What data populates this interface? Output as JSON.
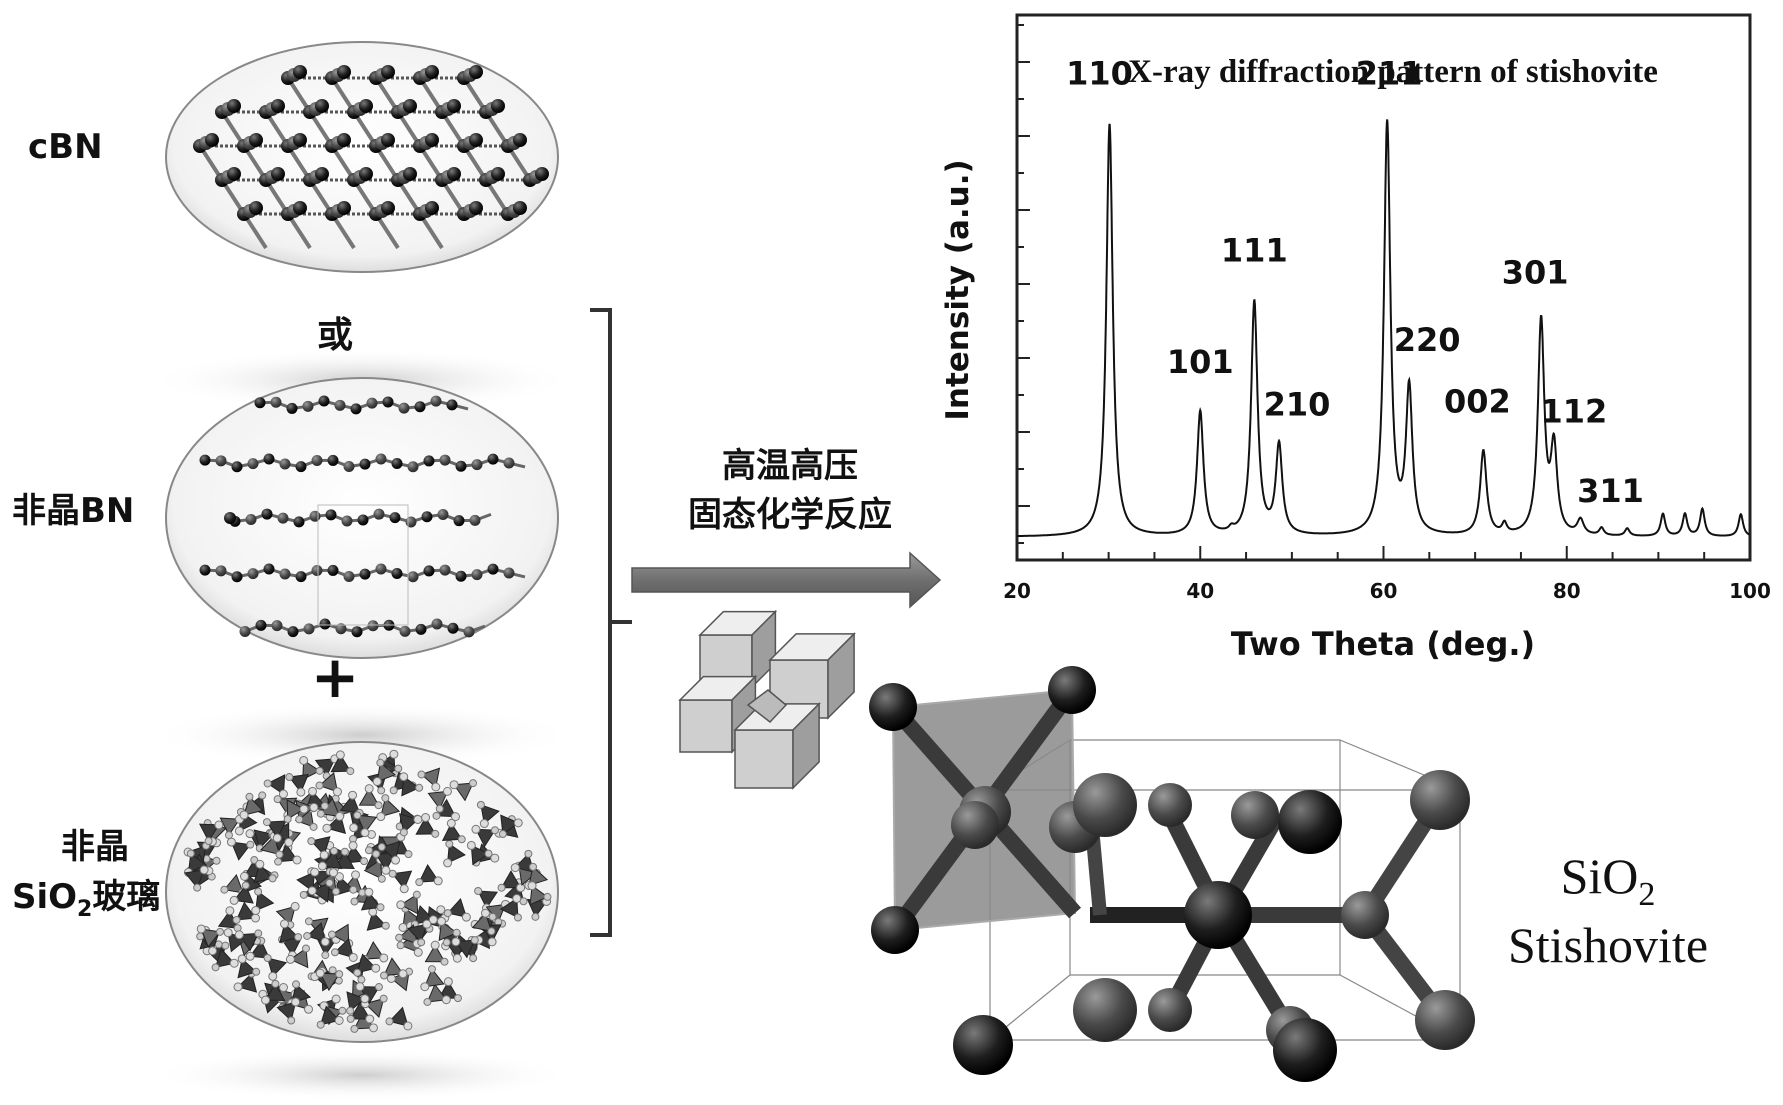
{
  "left_panel": {
    "cbn_label": "cBN",
    "or_label": "或",
    "amorphous_bn_label": "非晶BN",
    "plus_label": "+",
    "amorphous_sio2_line1": "非晶",
    "amorphous_sio2_prefix": "SiO",
    "amorphous_sio2_sub": "2",
    "amorphous_sio2_suffix": "玻璃"
  },
  "reaction": {
    "line1": "高温高压",
    "line2": "固态化学反应"
  },
  "chart_data": {
    "type": "line",
    "title": "X-ray diffraction pattern of  stishovite",
    "xlabel": "Two Theta (deg.)",
    "ylabel": "Intensity (a.u.)",
    "xlim": [
      20,
      100
    ],
    "ylim": [
      0,
      1.0
    ],
    "x_ticks": [
      "20",
      "40",
      "60",
      "80",
      "100"
    ],
    "y_ticks_shown": false,
    "peaks": [
      {
        "label": "110",
        "x": 30.1,
        "y": 0.83
      },
      {
        "label": "101",
        "x": 40.0,
        "y": 0.25
      },
      {
        "label": "111",
        "x": 45.9,
        "y": 0.47
      },
      {
        "label": "210",
        "x": 48.6,
        "y": 0.18
      },
      {
        "label": "211",
        "x": 60.4,
        "y": 0.83
      },
      {
        "label": "220",
        "x": 62.8,
        "y": 0.29
      },
      {
        "label": "002",
        "x": 70.9,
        "y": 0.17
      },
      {
        "label": "301",
        "x": 77.2,
        "y": 0.43
      },
      {
        "label": "112",
        "x": 78.6,
        "y": 0.17
      },
      {
        "label": "311",
        "x": 81.5,
        "y": 0.03
      }
    ],
    "minor_peaks": [
      {
        "x": 43.4,
        "y": 0.008
      },
      {
        "x": 73.2,
        "y": 0.02
      },
      {
        "x": 83.8,
        "y": 0.015
      },
      {
        "x": 86.6,
        "y": 0.015
      },
      {
        "x": 90.5,
        "y": 0.045
      },
      {
        "x": 92.9,
        "y": 0.045
      },
      {
        "x": 94.8,
        "y": 0.055
      },
      {
        "x": 99.0,
        "y": 0.045
      }
    ],
    "grid": false,
    "line_color": "#111111"
  },
  "structure": {
    "name_prefix": "SiO",
    "name_sub": "2",
    "mineral": "Stishovite"
  }
}
